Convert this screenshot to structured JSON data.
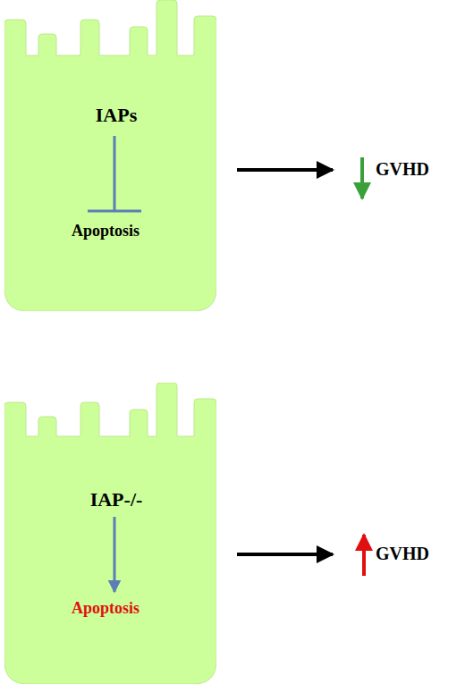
{
  "diagram": {
    "nodes": [
      {
        "text": [
          "IAPs",
          "Apoptosis"
        ]
      },
      {
        "text": [
          "IAP-/-",
          "Apoptosis"
        ]
      }
    ],
    "labels": [
      "GVHD",
      "GVHD"
    ]
  }
}
